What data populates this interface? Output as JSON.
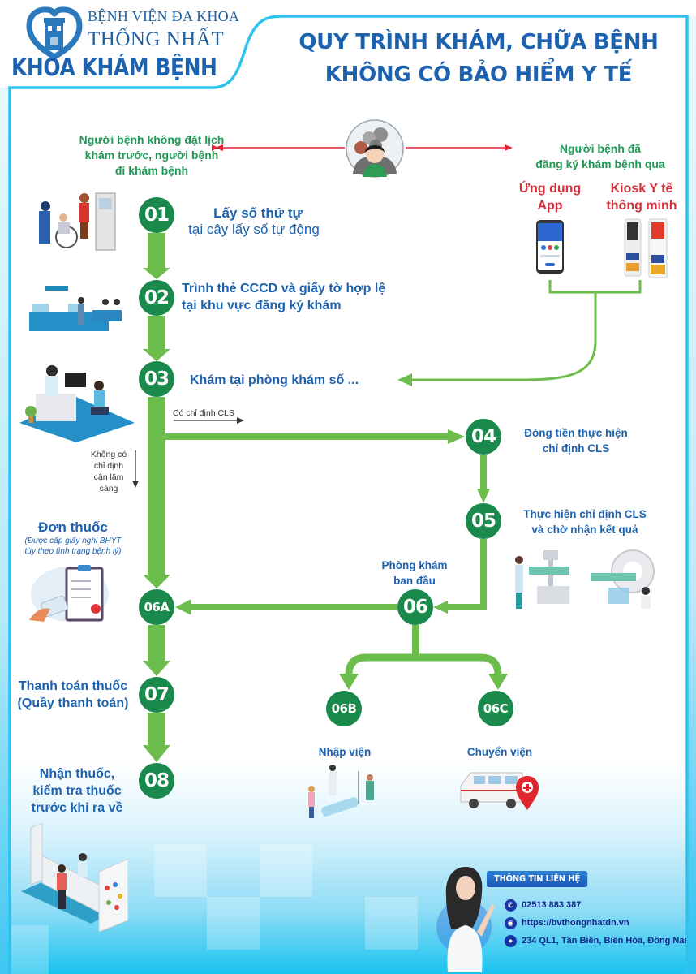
{
  "header": {
    "hospital_line1": "BỆNH VIỆN ĐA KHOA",
    "hospital_line2": "THỐNG NHẤT",
    "department": "KHOA KHÁM BỆNH",
    "title_line1": "QUY TRÌNH KHÁM, CHỮA BỆNH",
    "title_line2": "KHÔNG CÓ BẢO HIỂM Y TẾ"
  },
  "colors": {
    "brand_blue": "#1d62ae",
    "frame_cyan": "#2ec3ef",
    "step_circle": "#1a8a4c",
    "flow_arrow": "#6cbd4c",
    "note_green": "#1f9a55",
    "accent_red": "#d6303a"
  },
  "entry": {
    "walk_in": [
      "Người bệnh không đặt lịch",
      "khám trước, người bệnh",
      "đi khám bệnh"
    ],
    "registered": [
      "Người bệnh đã",
      "đăng ký khám bệnh qua"
    ],
    "channels": [
      {
        "label": [
          "Ứng dụng",
          "App"
        ],
        "icon": "smartphone-app-icon"
      },
      {
        "label": [
          "Kiosk Y tế",
          "thông minh"
        ],
        "icon": "kiosk-icon"
      }
    ]
  },
  "steps": [
    {
      "id": "01",
      "title": "Lấy số thứ tự",
      "subtitle": "tại cây lấy số tự động"
    },
    {
      "id": "02",
      "lines": [
        "Trình thẻ CCCD và giấy tờ hợp lệ",
        "tại khu vực đăng ký khám"
      ]
    },
    {
      "id": "03",
      "title": "Khám tại phòng khám số ..."
    },
    {
      "id": "04",
      "lines": [
        "Đóng tiền thực hiện",
        "chỉ định CLS"
      ]
    },
    {
      "id": "05",
      "lines": [
        "Thực hiện chỉ định CLS",
        "và chờ nhận kết quả"
      ]
    },
    {
      "id": "06",
      "lines": [
        "Phòng khám",
        "ban đầu"
      ]
    },
    {
      "id": "06A",
      "title": "Đơn thuốc",
      "note": [
        "(Được cấp giấy nghỉ BHYT",
        "tùy theo tình trạng bệnh lý)"
      ]
    },
    {
      "id": "06B",
      "title": "Nhập viện"
    },
    {
      "id": "06C",
      "title": "Chuyển viện"
    },
    {
      "id": "07",
      "lines": [
        "Thanh toán thuốc",
        "(Quầy thanh toán)"
      ]
    },
    {
      "id": "08",
      "lines": [
        "Nhận thuốc,",
        "kiểm tra thuốc",
        "trước khi ra về"
      ]
    }
  ],
  "branches": {
    "with_cls": "Có chỉ định CLS",
    "without_cls": [
      "Không có",
      "chỉ định",
      "cận lâm sàng"
    ]
  },
  "contact": {
    "heading": "THÔNG TIN LIÊN HỆ",
    "phone": "02513 883 387",
    "website": "https://bvthongnhatdn.vn",
    "address": "234 QL1, Tân Biên, Biên Hòa, Đồng Nai"
  }
}
